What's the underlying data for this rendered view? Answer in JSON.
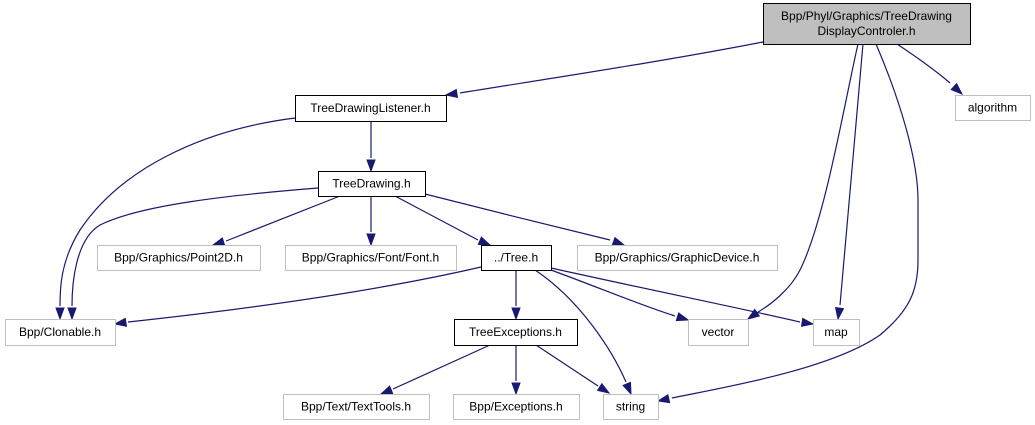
{
  "diagram": {
    "type": "include-dependency-graph",
    "colors": {
      "edge": "#191970",
      "root_fill": "#bfbfbf",
      "root_border": "#000000",
      "documented_border": "#000000",
      "external_border": "#bfbfbf",
      "node_fill": "#ffffff"
    },
    "nodes": [
      {
        "id": "root",
        "lines": [
          "Bpp/Phyl/Graphics/TreeDrawing",
          "DisplayControler.h"
        ],
        "kind": "root"
      },
      {
        "id": "algorithm",
        "lines": [
          "algorithm"
        ],
        "kind": "external"
      },
      {
        "id": "listener",
        "lines": [
          "TreeDrawingListener.h"
        ],
        "kind": "documented"
      },
      {
        "id": "treedrawing",
        "lines": [
          "TreeDrawing.h"
        ],
        "kind": "documented"
      },
      {
        "id": "point2d",
        "lines": [
          "Bpp/Graphics/Point2D.h"
        ],
        "kind": "external"
      },
      {
        "id": "font",
        "lines": [
          "Bpp/Graphics/Font/Font.h"
        ],
        "kind": "external"
      },
      {
        "id": "tree",
        "lines": [
          "../Tree.h"
        ],
        "kind": "documented"
      },
      {
        "id": "graphicdevice",
        "lines": [
          "Bpp/Graphics/GraphicDevice.h"
        ],
        "kind": "external"
      },
      {
        "id": "clonable",
        "lines": [
          "Bpp/Clonable.h"
        ],
        "kind": "external"
      },
      {
        "id": "treeexceptions",
        "lines": [
          "TreeExceptions.h"
        ],
        "kind": "documented"
      },
      {
        "id": "vector",
        "lines": [
          "vector"
        ],
        "kind": "external"
      },
      {
        "id": "map",
        "lines": [
          "map"
        ],
        "kind": "external"
      },
      {
        "id": "texttools",
        "lines": [
          "Bpp/Text/TextTools.h"
        ],
        "kind": "external"
      },
      {
        "id": "exceptions",
        "lines": [
          "Bpp/Exceptions.h"
        ],
        "kind": "external"
      },
      {
        "id": "string",
        "lines": [
          "string"
        ],
        "kind": "external"
      }
    ],
    "edges": [
      {
        "from": "root",
        "to": "listener"
      },
      {
        "from": "root",
        "to": "algorithm"
      },
      {
        "from": "root",
        "to": "vector"
      },
      {
        "from": "root",
        "to": "map"
      },
      {
        "from": "root",
        "to": "string"
      },
      {
        "from": "listener",
        "to": "treedrawing"
      },
      {
        "from": "listener",
        "to": "clonable"
      },
      {
        "from": "treedrawing",
        "to": "clonable"
      },
      {
        "from": "treedrawing",
        "to": "point2d"
      },
      {
        "from": "treedrawing",
        "to": "font"
      },
      {
        "from": "treedrawing",
        "to": "tree"
      },
      {
        "from": "treedrawing",
        "to": "graphicdevice"
      },
      {
        "from": "tree",
        "to": "clonable"
      },
      {
        "from": "tree",
        "to": "treeexceptions"
      },
      {
        "from": "tree",
        "to": "vector"
      },
      {
        "from": "tree",
        "to": "map"
      },
      {
        "from": "tree",
        "to": "string"
      },
      {
        "from": "treeexceptions",
        "to": "texttools"
      },
      {
        "from": "treeexceptions",
        "to": "exceptions"
      },
      {
        "from": "treeexceptions",
        "to": "string"
      }
    ]
  }
}
